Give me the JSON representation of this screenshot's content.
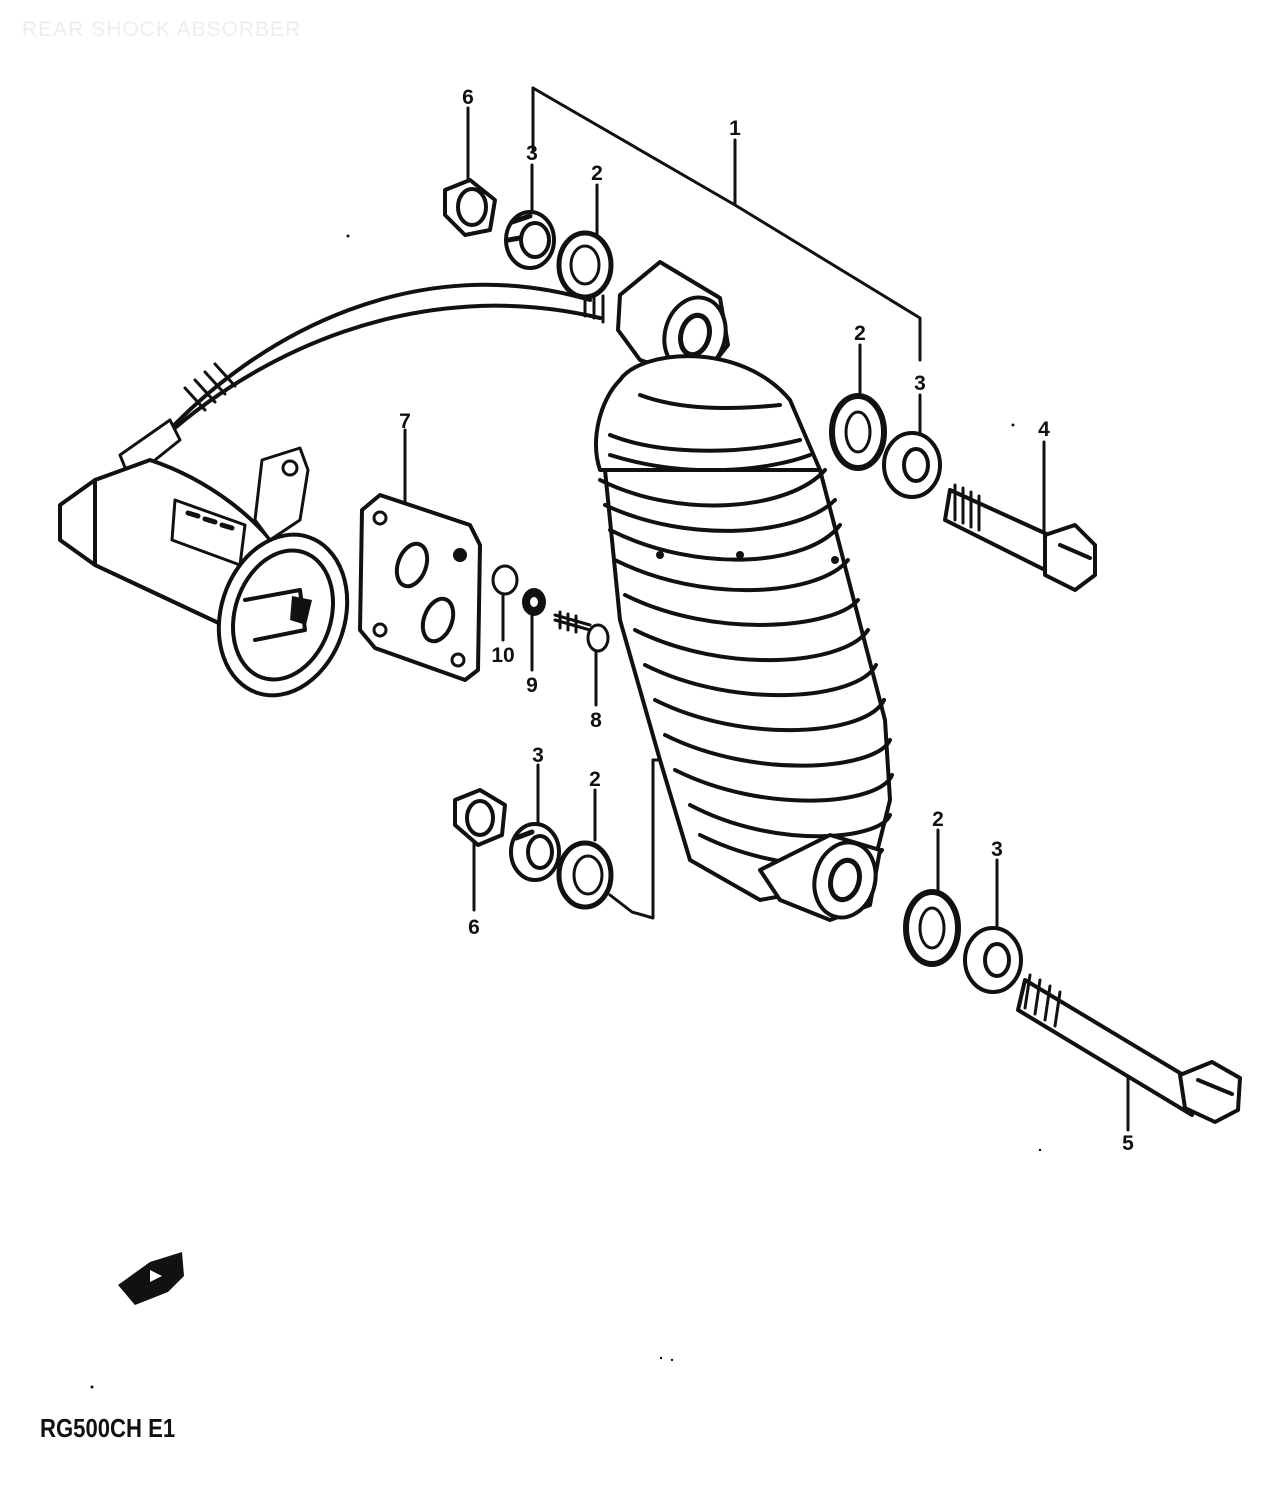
{
  "title": "REAR SHOCK ABSORBER",
  "model_code": "RG500CH E1",
  "colors": {
    "ink": "#111111",
    "background": "#ffffff",
    "title_text": "#ededed"
  },
  "callouts": [
    {
      "key": "c-6-top",
      "label": "6"
    },
    {
      "key": "c-3-top-left",
      "label": "3"
    },
    {
      "key": "c-2-top-left",
      "label": "2"
    },
    {
      "key": "c-1",
      "label": "1"
    },
    {
      "key": "c-2-top-right",
      "label": "2"
    },
    {
      "key": "c-3-top-right",
      "label": "3"
    },
    {
      "key": "c-4",
      "label": "4"
    },
    {
      "key": "c-7",
      "label": "7"
    },
    {
      "key": "c-10",
      "label": "10"
    },
    {
      "key": "c-9",
      "label": "9"
    },
    {
      "key": "c-8",
      "label": "8"
    },
    {
      "key": "c-3-bottom-left",
      "label": "3"
    },
    {
      "key": "c-2-bottom-left",
      "label": "2"
    },
    {
      "key": "c-6-bottom",
      "label": "6"
    },
    {
      "key": "c-2-bottom-right",
      "label": "2"
    },
    {
      "key": "c-3-bottom-right",
      "label": "3"
    },
    {
      "key": "c-5",
      "label": "5"
    }
  ]
}
